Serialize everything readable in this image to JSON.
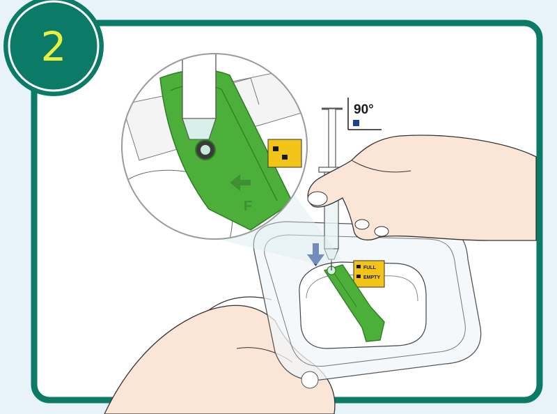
{
  "step": {
    "number": "2"
  },
  "angle": {
    "label": "90°"
  },
  "indicator": {
    "full_label": "FULL",
    "empty_label": "EMPTY"
  },
  "zoom": {
    "letter": "F"
  },
  "colors": {
    "frame": "#0b7a66",
    "background": "#e8f2f9",
    "panel": "#ffffff",
    "badge_text": "#e6f040",
    "green_part": "#4caf3a",
    "green_dark": "#2e7d24",
    "arrow": "#1f3f93",
    "indicator_yellow": "#f2c418",
    "skin": "#fae5d6"
  }
}
